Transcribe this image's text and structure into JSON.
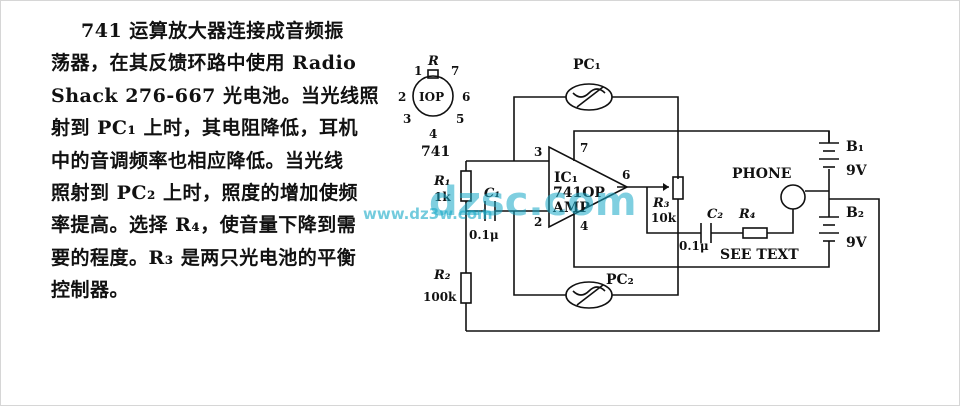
{
  "description": {
    "lines": [
      "741 运算放大器连接成音频振",
      "荡器，在其反馈环路中使用 Radio",
      "Shack 276-667 光电池。当光线照",
      "射到 PC₁ 上时，其电阻降低，耳机",
      "中的音调频率也相应降低。当光线",
      "照射到 PC₂ 上时，照度的增加使频",
      "率提高。选择 R₄，使音量下降到需",
      "要的程度。R₃ 是两只光电池的平衡",
      "控制器。"
    ]
  },
  "pinout": {
    "top_label": "R",
    "pins": [
      "1",
      "2",
      "3",
      "4",
      "5",
      "6",
      "7"
    ],
    "center": "IOP",
    "chip": "741"
  },
  "circuit": {
    "pc1": "PC₁",
    "pc2": "PC₂",
    "ic_line1": "IC₁",
    "ic_line2": "741OP",
    "ic_line3": "AMP",
    "pin3": "3",
    "pin2": "2",
    "pin7": "7",
    "pin6": "6",
    "pin4": "4",
    "r1": "R₁",
    "r1_value": "1k",
    "c1": "C₁",
    "c1_value": "0.1μ",
    "r2": "R₂",
    "r2_value": "100k",
    "r3": "R₃",
    "r3_value": "10k",
    "c2": "C₂",
    "c2_value": "0.1μ",
    "r4": "R₄",
    "see_text": "SEE TEXT",
    "phone": "PHONE",
    "b1": "B₁",
    "b1_value": "9V",
    "b2": "B₂",
    "b2_value": "9V"
  },
  "watermark": {
    "main": "dzsc.com",
    "small": "www.dz3w.com",
    "color": "#17a9c8"
  }
}
